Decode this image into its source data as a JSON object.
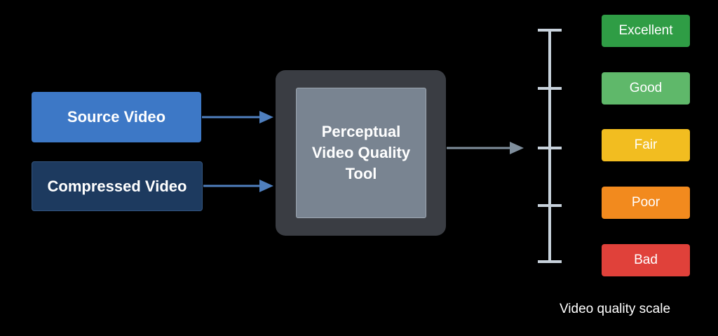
{
  "inputs": {
    "source": {
      "label": "Source Video",
      "color": "#3d78c6"
    },
    "compressed": {
      "label": "Compressed Video",
      "color": "#1d3a5f"
    }
  },
  "tool": {
    "label": "Perceptual\nVideo Quality\nTool",
    "frame_color": "#3a3d43",
    "box_color": "#798491"
  },
  "arrow_color": "#4f7fbe",
  "output_arrow_color": "#7f8e9c",
  "scale": {
    "axis_color": "#c8d2dc",
    "caption": "Video quality scale",
    "levels": [
      {
        "label": "Excellent",
        "color": "#2f9d45"
      },
      {
        "label": "Good",
        "color": "#5fb86a"
      },
      {
        "label": "Fair",
        "color": "#f2bd20"
      },
      {
        "label": "Poor",
        "color": "#f28a1e"
      },
      {
        "label": "Bad",
        "color": "#e0413a"
      }
    ]
  }
}
